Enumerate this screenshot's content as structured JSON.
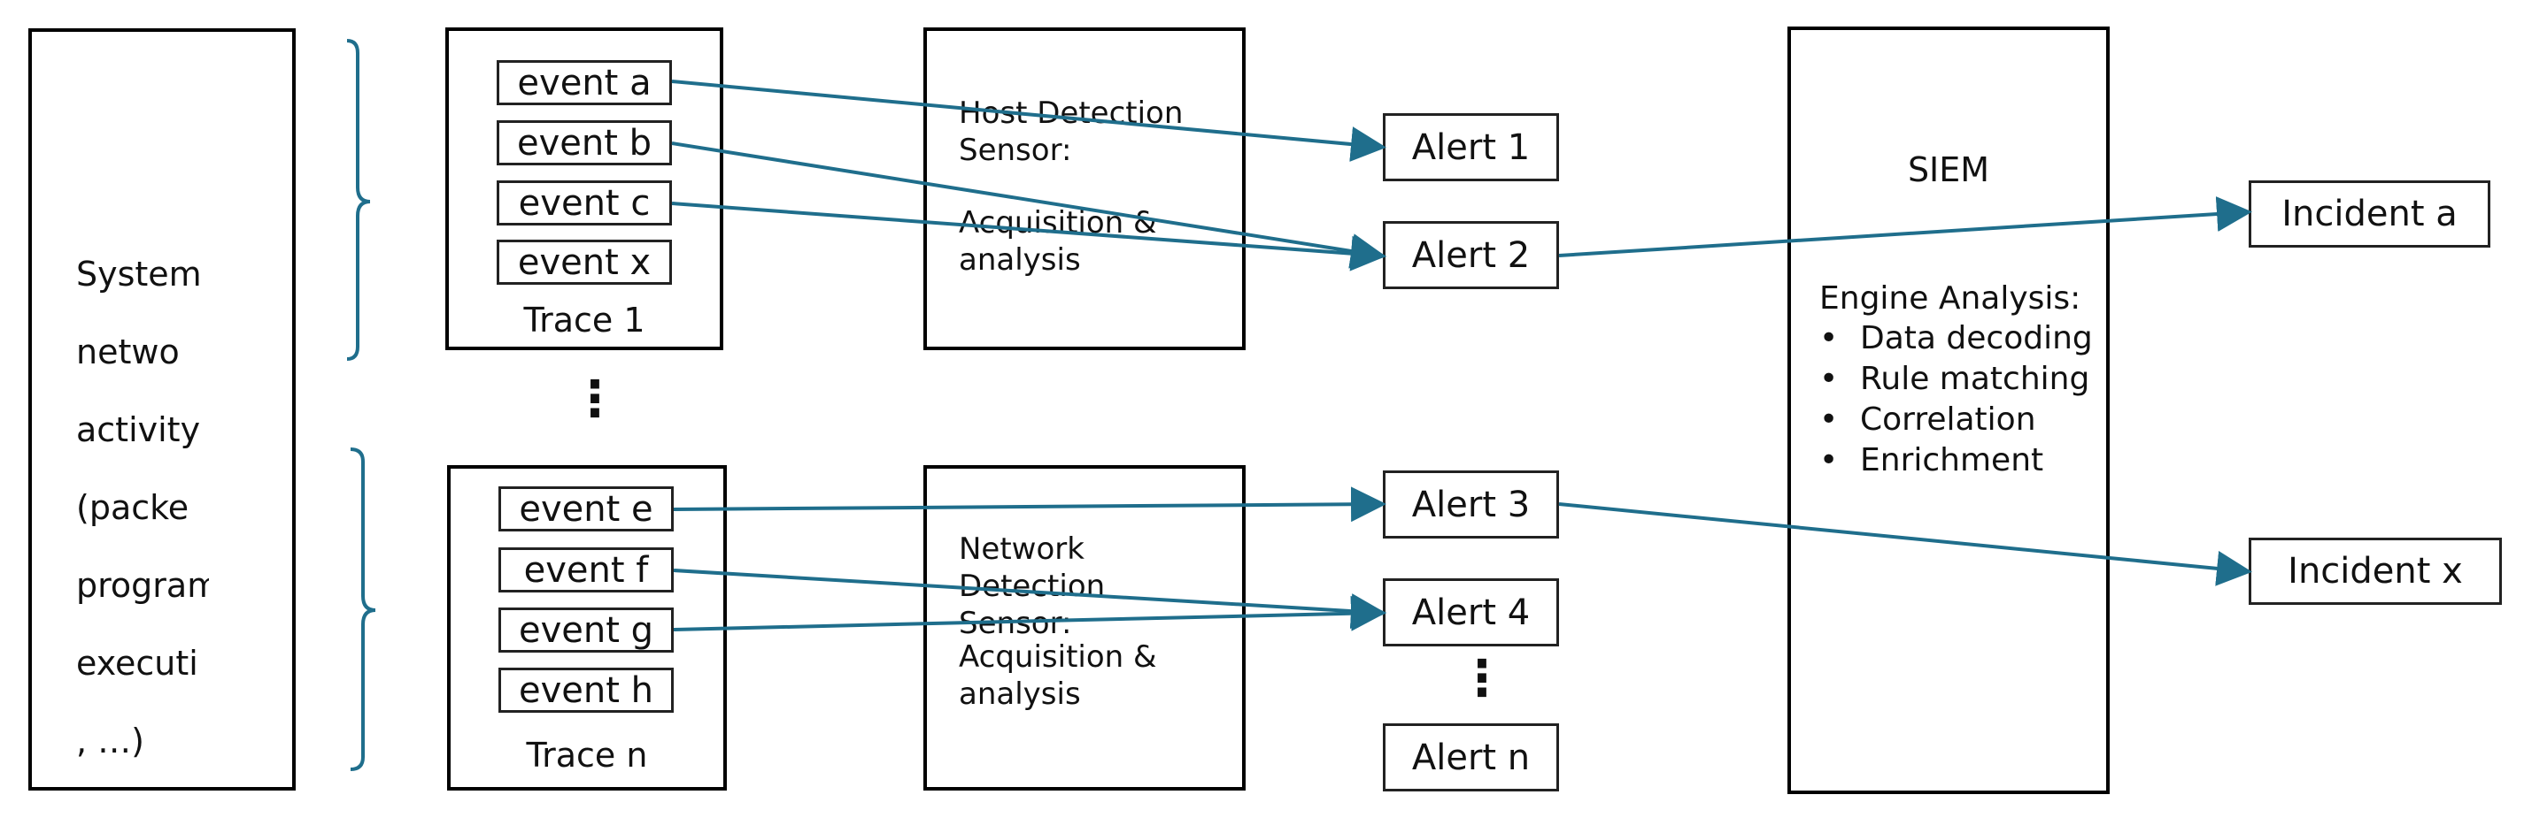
{
  "system_text": "System network activity (packet, program execution, ...)",
  "system_lines": [
    "System",
    "netwo",
    "activity",
    "(packe",
    "program",
    "executi",
    ", …)"
  ],
  "trace1": {
    "events": [
      "event a",
      "event b",
      "event c",
      "event x"
    ],
    "label": "Trace 1"
  },
  "trace_n": {
    "events": [
      "event e",
      "event f",
      "event g",
      "event h"
    ],
    "label": "Trace n"
  },
  "trace_ellipsis": "⋮",
  "host_sensor": {
    "title": "Host Detection Sensor:",
    "subtitle": "Acquisition & analysis"
  },
  "network_sensor": {
    "title": "Network Detection Sensor:",
    "subtitle": "Acquisition & analysis"
  },
  "alerts": [
    "Alert 1",
    "Alert 2",
    "Alert 3",
    "Alert 4",
    "Alert n"
  ],
  "alerts_ellipsis": "⋮",
  "siem": {
    "title": "SIEM",
    "engine_label": "Engine Analysis:",
    "items": [
      "Data decoding",
      "Rule matching",
      "Correlation",
      "Enrichment"
    ]
  },
  "incidents": [
    "Incident a",
    "Incident x"
  ],
  "colors": {
    "arrow": "#1f6e8c",
    "brace": "#1f6e8c",
    "border": "#000000"
  }
}
